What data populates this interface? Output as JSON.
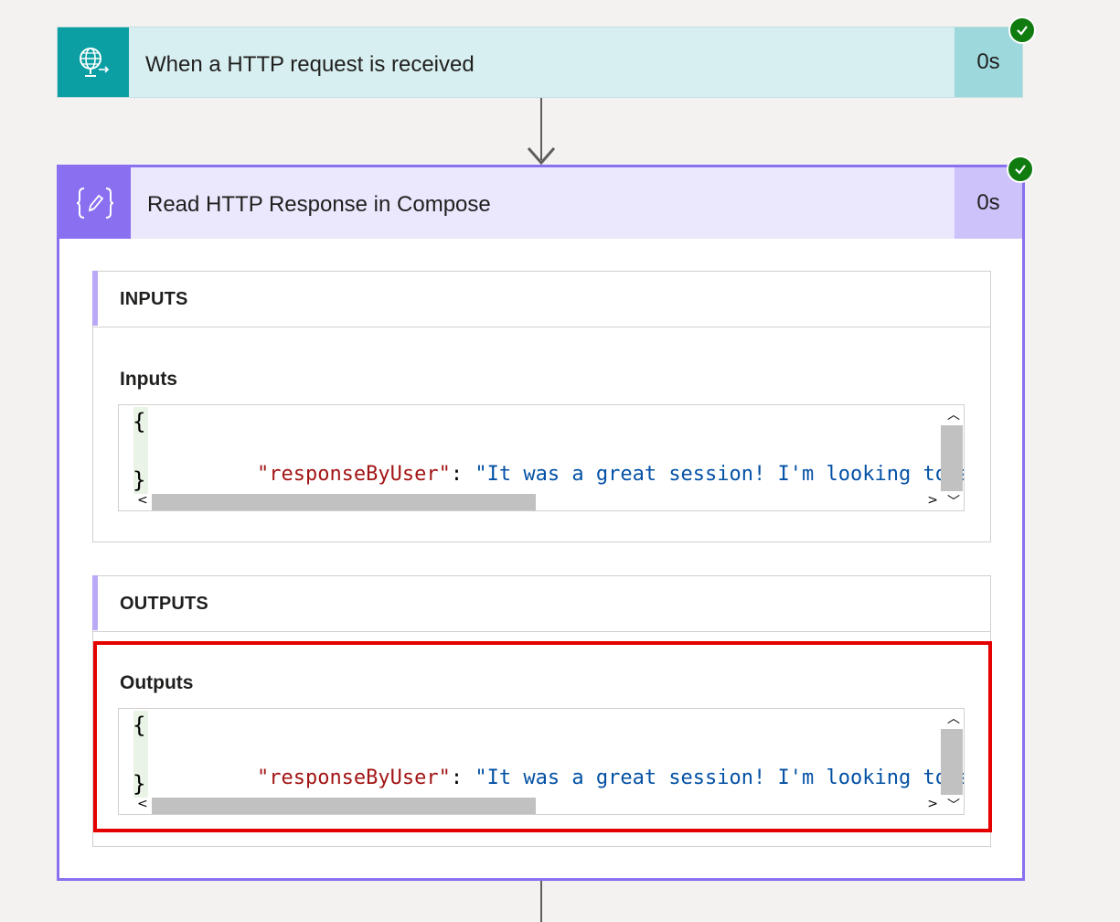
{
  "trigger": {
    "title": "When a HTTP request is received",
    "duration": "0s",
    "icon": "globe-http-icon",
    "status": "succeeded"
  },
  "compose": {
    "title": "Read HTTP Response in Compose",
    "duration": "0s",
    "icon": "compose-braces-icon",
    "status": "succeeded",
    "inputs": {
      "section_label": "INPUTS",
      "field_label": "Inputs",
      "open_brace": "{",
      "key": "\"responseByUser\"",
      "colon": ": ",
      "value": "\"It was a great session! I'm looking to also co",
      "close_brace": "}"
    },
    "outputs": {
      "section_label": "OUTPUTS",
      "field_label": "Outputs",
      "open_brace": "{",
      "key": "\"responseByUser\"",
      "colon": ": ",
      "value": "\"It was a great session! I'm looking to also co",
      "close_brace": "}"
    }
  },
  "colors": {
    "trigger_accent": "#0b9ea3",
    "compose_accent": "#8a6ff0",
    "success": "#107c10",
    "highlight": "#e50000"
  }
}
